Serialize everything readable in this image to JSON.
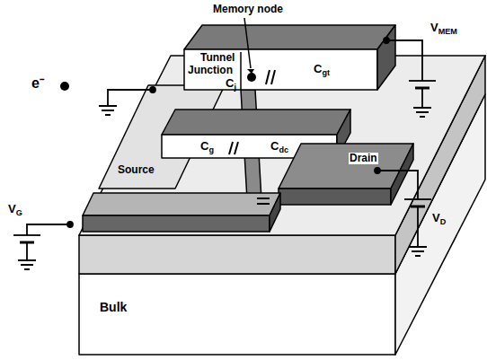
{
  "diagram": {
    "labels": [
      "Memory node",
      "Tunnel",
      "Junction",
      "Cj",
      "Cgt",
      "e⁻",
      "Source",
      "Cg",
      "Cdc",
      "Drain",
      "VMEM",
      "VD",
      "VG",
      "Bulk"
    ]
  }
}
